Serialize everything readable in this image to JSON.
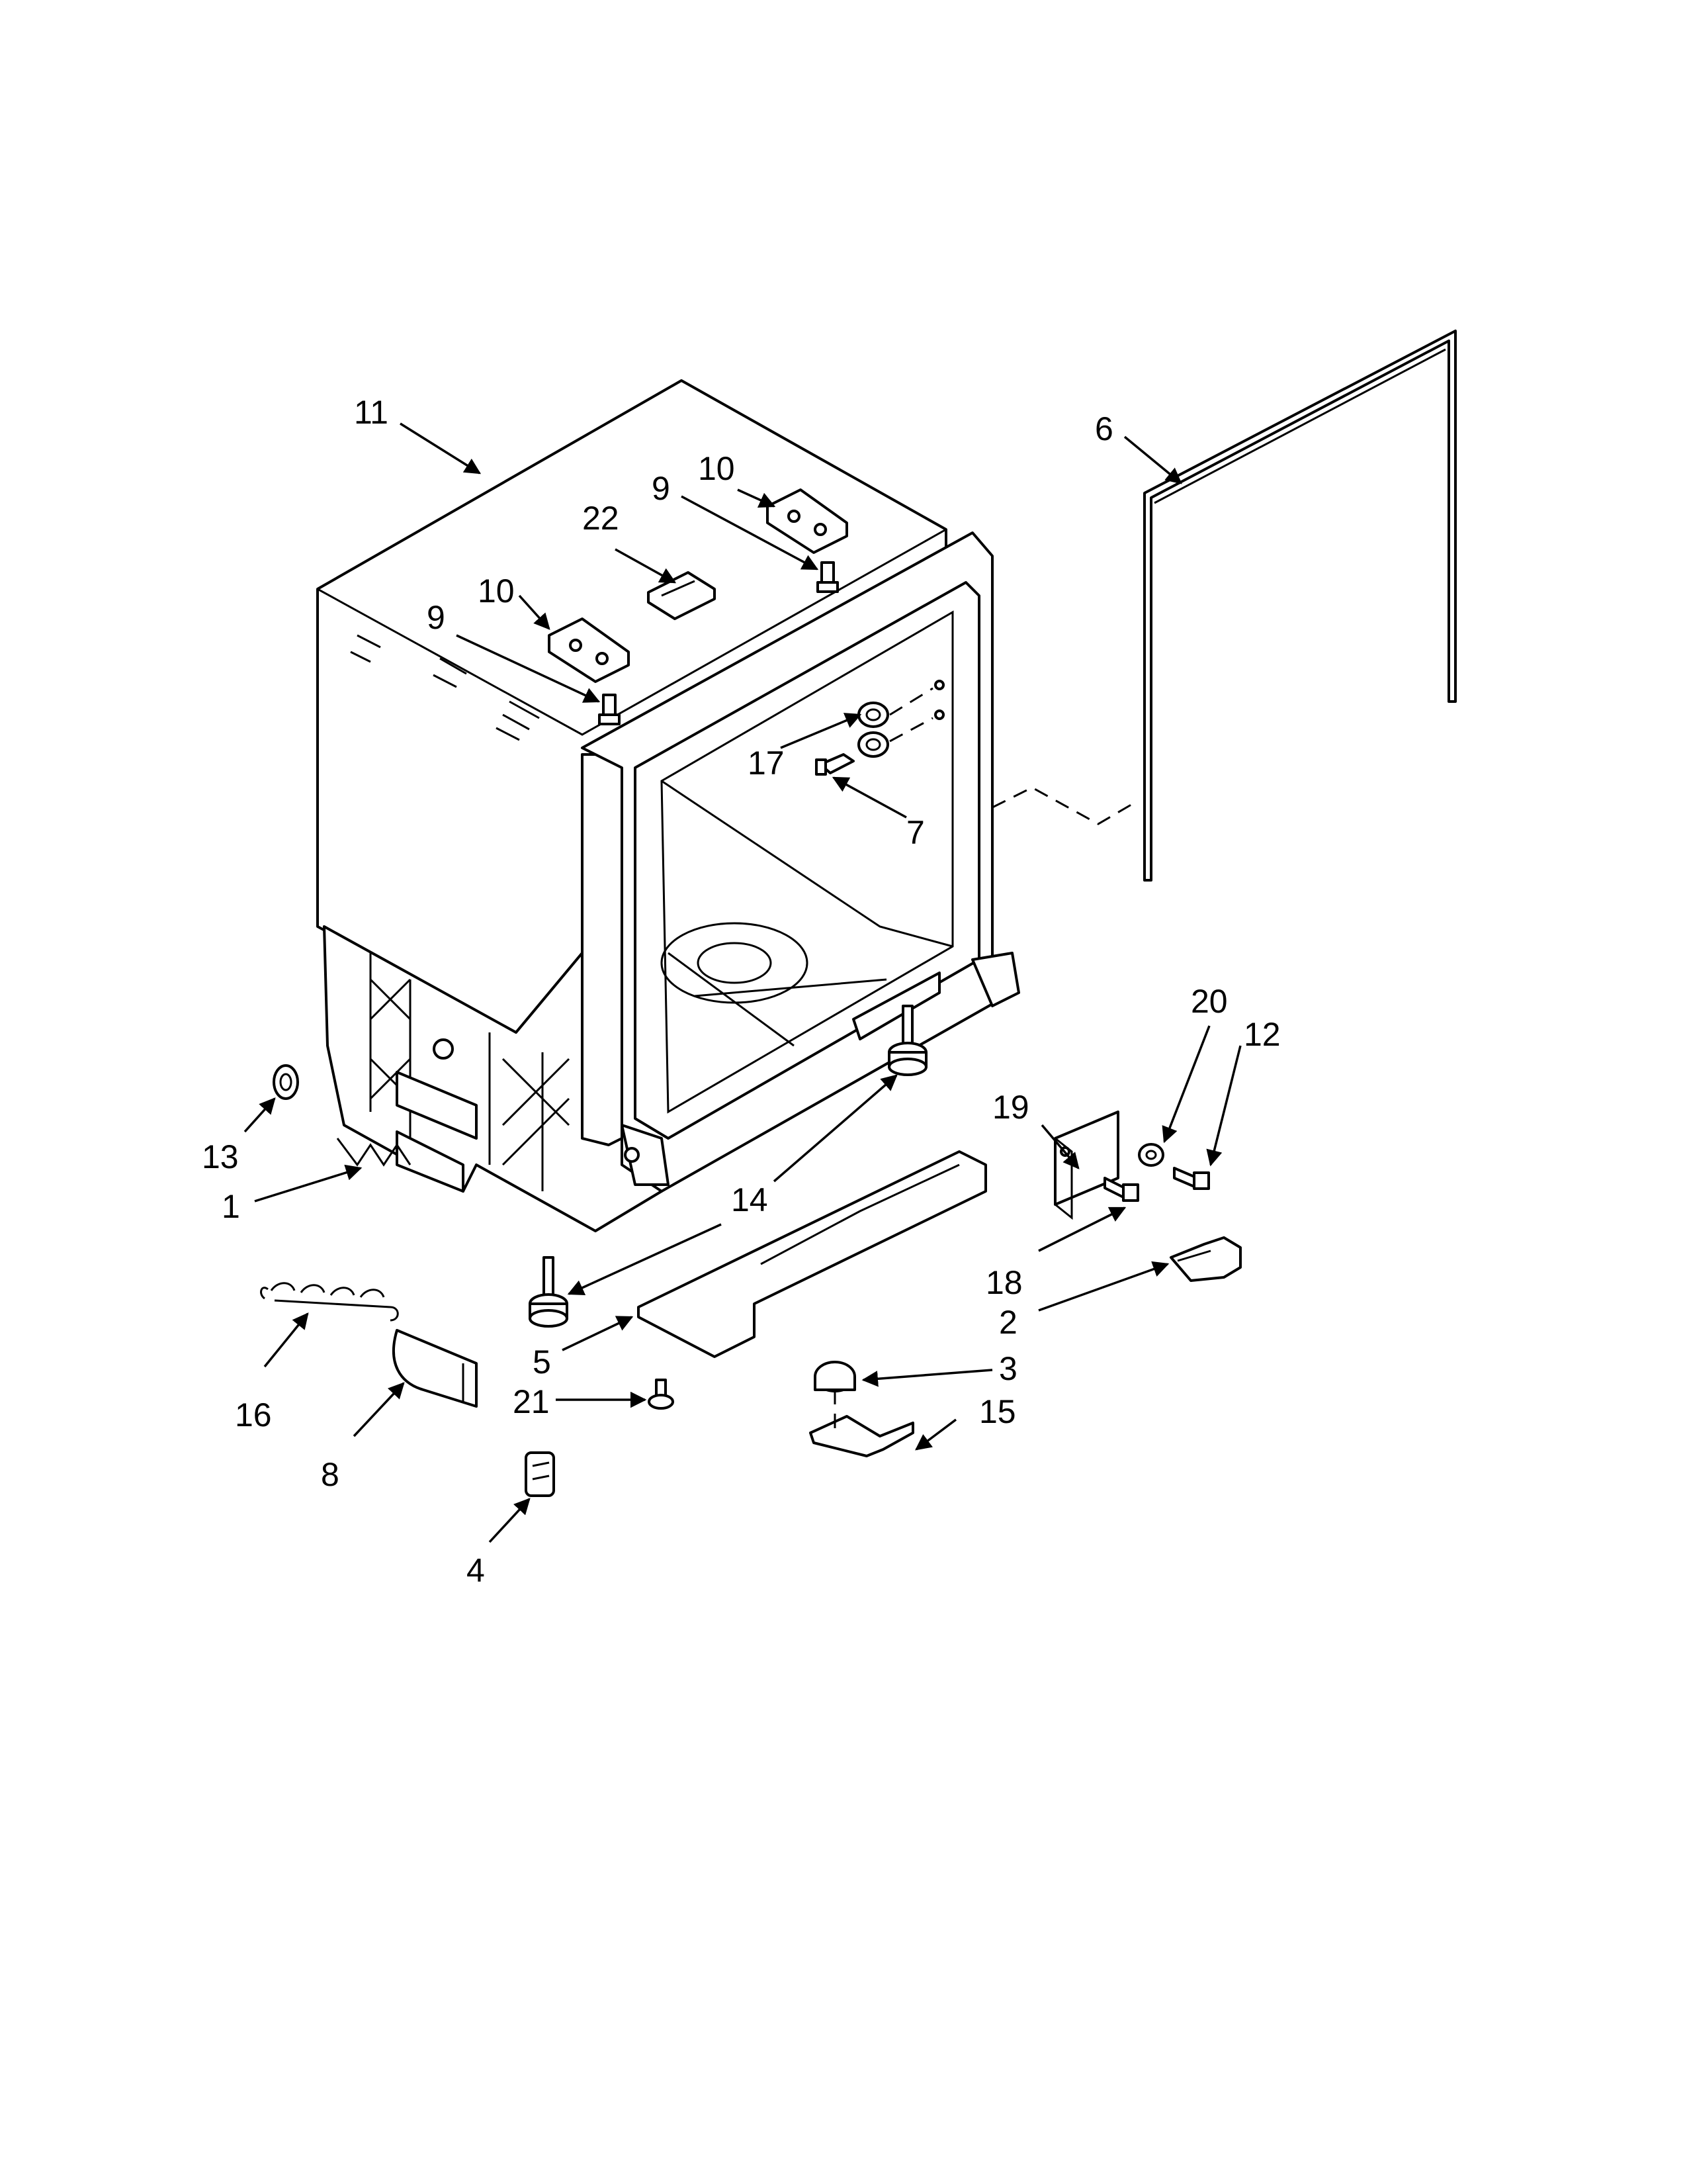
{
  "callouts": {
    "c1": "1",
    "c2": "2",
    "c3": "3",
    "c4": "4",
    "c5": "5",
    "c6": "6",
    "c7": "7",
    "c8": "8",
    "c9a": "9",
    "c9b": "9",
    "c10a": "10",
    "c10b": "10",
    "c11": "11",
    "c12": "12",
    "c13": "13",
    "c14": "14",
    "c15": "15",
    "c16": "16",
    "c17": "17",
    "c18": "18",
    "c19": "19",
    "c20": "20",
    "c21": "21",
    "c22": "22"
  }
}
